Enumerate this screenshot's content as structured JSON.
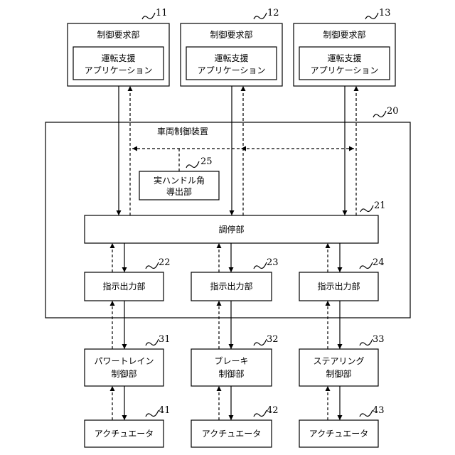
{
  "diagram": {
    "request_units": [
      {
        "ref": "11",
        "title": "制御要求部",
        "app_line1": "運転支援",
        "app_line2": "アプリケーション"
      },
      {
        "ref": "12",
        "title": "制御要求部",
        "app_line1": "運転支援",
        "app_line2": "アプリケーション"
      },
      {
        "ref": "13",
        "title": "制御要求部",
        "app_line1": "運転支援",
        "app_line2": "アプリケーション"
      }
    ],
    "vehicle_control": {
      "ref": "20",
      "title": "車両制御装置"
    },
    "steering_angle": {
      "ref": "25",
      "line1": "実ハンドル角",
      "line2": "導出部"
    },
    "arbiter": {
      "ref": "21",
      "label": "調停部"
    },
    "command_outputs": [
      {
        "ref": "22",
        "label": "指示出力部"
      },
      {
        "ref": "23",
        "label": "指示出力部"
      },
      {
        "ref": "24",
        "label": "指示出力部"
      }
    ],
    "controllers": [
      {
        "ref": "31",
        "line1": "パワートレイン",
        "line2": "制御部"
      },
      {
        "ref": "32",
        "line1": "ブレーキ",
        "line2": "制御部"
      },
      {
        "ref": "33",
        "line1": "ステアリング",
        "line2": "制御部"
      }
    ],
    "actuators": [
      {
        "ref": "41",
        "label": "アクチュエータ"
      },
      {
        "ref": "42",
        "label": "アクチュエータ"
      },
      {
        "ref": "43",
        "label": "アクチュエータ"
      }
    ]
  }
}
